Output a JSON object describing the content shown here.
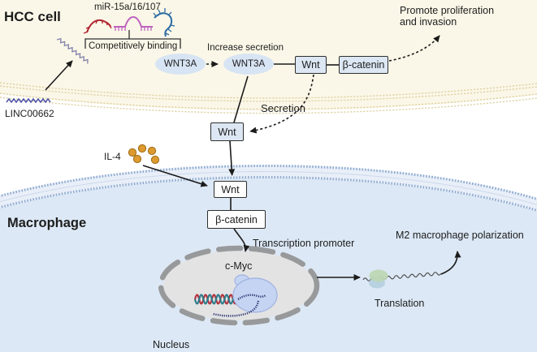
{
  "hcc_cell": {
    "title": "HCC cell",
    "mirna_label": "miR-15a/16/107",
    "competitive_binding": "Competitively binding",
    "linc_label": "LINC00662",
    "increase_secretion": "Increase secretion",
    "wnt3a_before": "WNT3A",
    "wnt3a_after": "WNT3A",
    "wnt_box": "Wnt",
    "bcatenin_box": "β-catenin",
    "promote_line1": "Promote proliferation",
    "promote_line2": "and invasion"
  },
  "extracellular": {
    "secretion_label": "Secretion",
    "wnt_box": "Wnt",
    "il4_label": "IL-4"
  },
  "macrophage": {
    "title": "Macrophage",
    "wnt_box": "Wnt",
    "bcatenin_box": "β-catenin",
    "transcription_promoter": "Transcription promoter",
    "cmyc_label": "c-Myc",
    "nucleus_label": "Nucleus",
    "translation_label": "Translation",
    "m2_label": "M2 macrophage polarization"
  },
  "icons": [
    "mirna-hairpin-red-icon",
    "mirna-hairpin-purple-icon",
    "mirna-hairpin-blue-icon",
    "free-rna-zigzag-icon",
    "linc-rna-zigzag-icon",
    "il4-cytokine-dots-icon",
    "hcc-membrane-icon",
    "macrophage-bilayer-membrane-icon",
    "nucleus-envelope-icon",
    "dna-helix-icon",
    "rna-polymerase-blob-icon",
    "nascent-rna-strand-icon",
    "mrna-squiggle-icon",
    "ribosome-icon"
  ],
  "colors": {
    "text": "#1d1d1d",
    "cream": "#fbf7e8",
    "membrane_tan": "#ded3a5",
    "bilayer_blue": "#8fabd0",
    "bilayer_fill": "#e9eff8",
    "macrophage_fill": "#dce8f5",
    "oval_fill": "#d7e4f3",
    "box_fill": "#dce7f3",
    "box_border": "#2e2e2e",
    "arrow": "#1b1b1b",
    "il4_orange": "#dd9a2f",
    "nucleus_fill": "#e3e3e4",
    "nucleus_border": "#98999b",
    "mirna_red": "#b02430",
    "mirna_purple": "#bd63bd",
    "mirna_blue": "#2c6ca3",
    "linc_indigo": "#4d51a5",
    "polymerase_blue": "#c5d4f2",
    "ribosome_green": "#bcd7b4",
    "ribosome_blue": "#b5cfe0",
    "dna_red": "#b4323e",
    "dna_teal": "#2f7d8c"
  }
}
